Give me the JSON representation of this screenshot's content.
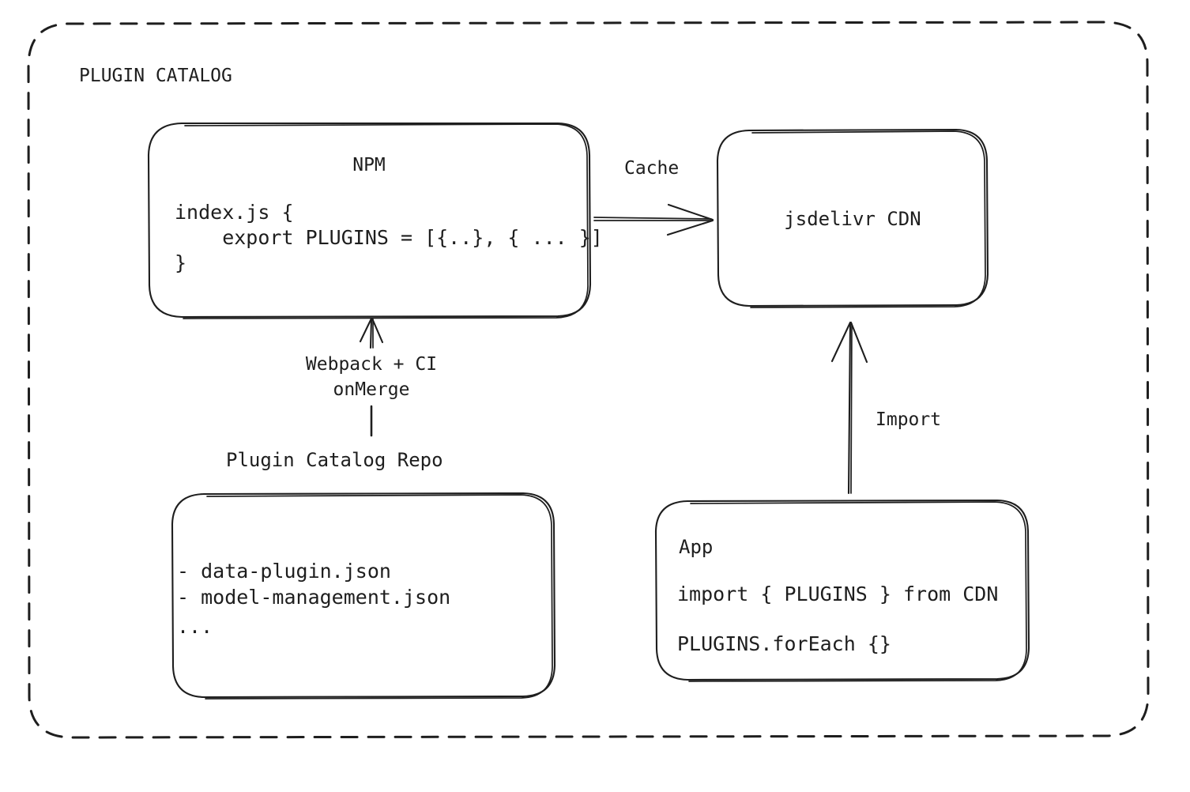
{
  "diagram": {
    "type": "architecture-flow",
    "group_label": "PLUGIN CATALOG",
    "nodes": {
      "npm": {
        "title": "NPM",
        "code_lines": [
          "index.js {",
          "    export PLUGINS = [{..}, { ... }]",
          "}"
        ]
      },
      "cdn": {
        "title": "jsdelivr CDN"
      },
      "repo": {
        "caption": "Plugin Catalog Repo",
        "lines": [
          "- data-plugin.json",
          "- model-management.json",
          "..."
        ]
      },
      "app": {
        "title": "App",
        "lines": [
          "import { PLUGINS } from CDN",
          "PLUGINS.forEach {}"
        ]
      }
    },
    "edges": {
      "cache": {
        "label": "Cache",
        "from": "npm",
        "to": "cdn"
      },
      "build": {
        "label_line1": "Webpack + CI",
        "label_line2": "onMerge",
        "from": "repo",
        "to": "npm"
      },
      "import": {
        "label": "Import",
        "from": "app",
        "to": "cdn"
      }
    },
    "colors": {
      "stroke": "#1e1e1e",
      "background": "#ffffff"
    }
  }
}
